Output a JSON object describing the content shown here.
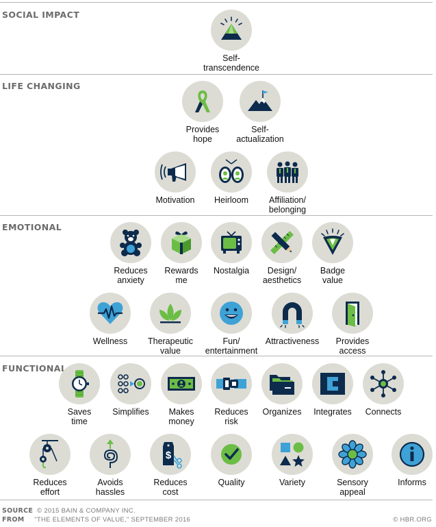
{
  "sections": [
    {
      "title": "SOCIAL IMPACT",
      "items": [
        {
          "label": "Self-\ntranscendence",
          "icon": "pyramid-sun-icon"
        }
      ]
    },
    {
      "title": "LIFE CHANGING",
      "items": [
        {
          "label": "Provides\nhope",
          "icon": "ribbon-icon"
        },
        {
          "label": "Self-\nactualization",
          "icon": "mountain-flag-icon"
        },
        {
          "label": "Motivation",
          "icon": "megaphone-icon"
        },
        {
          "label": "Heirloom",
          "icon": "portraits-icon"
        },
        {
          "label": "Affiliation/\nbelonging",
          "icon": "group-people-icon"
        }
      ]
    },
    {
      "title": "EMOTIONAL",
      "items": [
        {
          "label": "Reduces\nanxiety",
          "icon": "teddy-bear-icon"
        },
        {
          "label": "Rewards\nme",
          "icon": "gift-box-icon"
        },
        {
          "label": "Nostalgia",
          "icon": "retro-tv-icon"
        },
        {
          "label": "Design/\naesthetics",
          "icon": "pencil-ruler-icon"
        },
        {
          "label": "Badge\nvalue",
          "icon": "badge-shield-icon"
        },
        {
          "label": "Wellness",
          "icon": "heart-pulse-icon"
        },
        {
          "label": "Therapeutic\nvalue",
          "icon": "lotus-leaves-icon"
        },
        {
          "label": "Fun/\nentertainment",
          "icon": "smiley-face-icon"
        },
        {
          "label": "Attractiveness",
          "icon": "magnet-icon"
        },
        {
          "label": "Provides\naccess",
          "icon": "open-door-icon"
        }
      ]
    },
    {
      "title": "FUNCTIONAL",
      "items": [
        {
          "label": "Saves\ntime",
          "icon": "wristwatch-icon"
        },
        {
          "label": "Simplifies",
          "icon": "dots-arrow-icon"
        },
        {
          "label": "Makes\nmoney",
          "icon": "banknote-icon"
        },
        {
          "label": "Reduces\nrisk",
          "icon": "seatbelt-icon"
        },
        {
          "label": "Organizes",
          "icon": "folders-icon"
        },
        {
          "label": "Integrates",
          "icon": "connector-icon"
        },
        {
          "label": "Connects",
          "icon": "network-hub-icon"
        },
        {
          "label": "Reduces\neffort",
          "icon": "pulley-icon"
        },
        {
          "label": "Avoids\nhassles",
          "icon": "tangled-arrow-icon"
        },
        {
          "label": "Reduces\ncost",
          "icon": "price-tag-scissors-icon"
        },
        {
          "label": "Quality",
          "icon": "check-mark-icon"
        },
        {
          "label": "Variety",
          "icon": "shapes-icon"
        },
        {
          "label": "Sensory\nappeal",
          "icon": "flower-icon"
        },
        {
          "label": "Informs",
          "icon": "info-icon"
        }
      ]
    }
  ],
  "footer": {
    "source_label": "SOURCE",
    "source_text": "© 2015 BAIN & COMPANY INC.",
    "from_label": "FROM",
    "from_text": "\"THE ELEMENTS OF VALUE,\" SEPTEMBER 2016",
    "credit": "© HBR.ORG"
  },
  "colors": {
    "navy": "#0d2b4c",
    "green": "#6cbd45",
    "circle": "#dcdcd5",
    "heading": "#6b6b6b"
  }
}
